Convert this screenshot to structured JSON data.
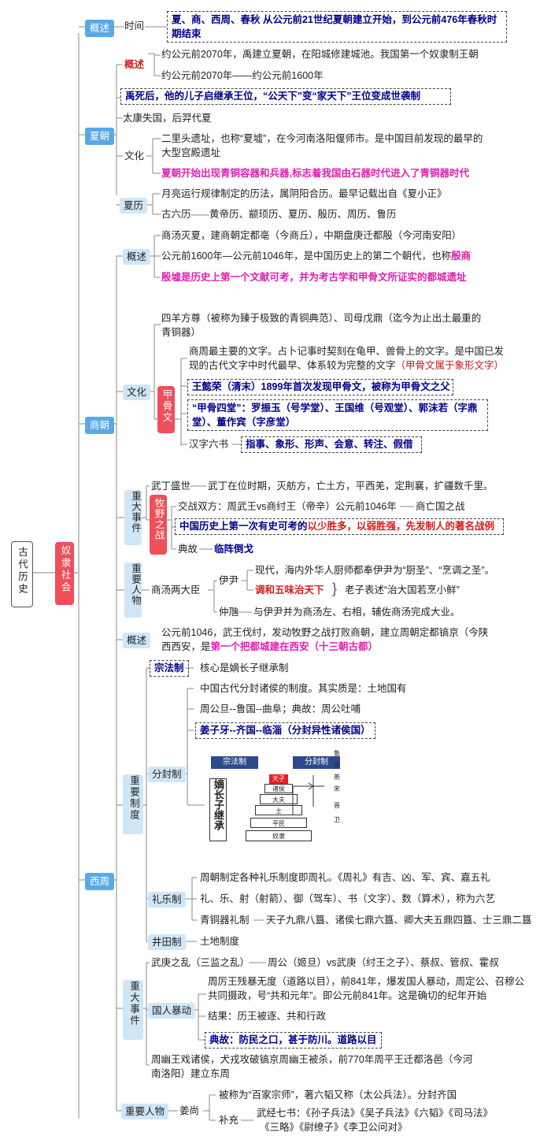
{
  "root": "古代历史",
  "era": "奴隶社会",
  "overview": {
    "label": "概述",
    "time_label": "时间",
    "time_text": "夏、商、西周、春秋 从公元前21世纪夏朝建立开始，到公元前476年春秋时期结束"
  },
  "xia": {
    "label": "夏朝",
    "ov_label": "概述",
    "ov1": "约公元前2070年，禹建立夏朝，在阳城修建城池。我国第一个奴隶制王朝",
    "ov2": "约公元前2070年——约公元前1600年",
    "hereditary": "禹死后，他的儿子启继承王位，“公天下”变“家天下”王位变成世袭制",
    "taikang": "太康失国，后羿代夏",
    "culture_label": "文化",
    "erlitou": "二里头遗址，也称“夏墟”，在今河南洛阳偃师市。是中国目前发现的最早的大型宫殿遗址",
    "bronze": "夏朝开始出现青铜容器和兵器,标志着我国由石器时代进入了青铜器时代",
    "calendar_label": "夏历",
    "cal1": "月亮运行规律制定的历法，属阴阳合历。最早记载出自《夏小正》",
    "cal2a": "古六历",
    "cal2b": "黄帝历、颛顼历、夏历、殷历、周历、鲁历"
  },
  "shang": {
    "label": "商朝",
    "ov_label": "概述",
    "ov1": "商汤灭夏，建商朝定都亳（今商丘），中期盘庚迁都殷（今河南安阳）",
    "ov2a": "公元前1600年—公元前1046年，是中国历史上的第二个朝代，也称",
    "ov2b": "殷商",
    "ov3": "殷墟是历史上第一个文献可考，并为考古学和甲骨文所证实的都城遗址",
    "culture_label": "文化",
    "siyang": "四羊方尊（被称为臻于极致的青铜典范）、司母戊鼎（迄今为止出土最重的青铜器）",
    "oracle_label": "甲骨文",
    "oracle1a": "商周最主要的文字。占卜记事时契刻在龟甲、兽骨上的文字。是中国已发现的古代文字中时代最早、体系较为完整的文字",
    "oracle1b": "（甲骨文属于象形文字）",
    "oracle2": "王懿荣（清末）1899年首次发现甲骨文，被称为甲骨文之父",
    "oracle3": "“甲骨四堂”：罗振玉（号学堂）、王国维（号观堂）、郭沫若（字鼎堂）、董作宾（字彦堂）",
    "sixbook_label": "汉字六书",
    "sixbook": "指事、象形、形声、会意、转注、假借",
    "events_label": "重大事件",
    "wuding_label": "武丁盛世",
    "wuding": "武丁在位时期，灭舫方，亡土方，平西羌，定荆襄，扩疆数千里。",
    "muye_label": "牧野之战",
    "muye1a": "交战双方：周武王vs商纣王（帝辛）公元前1046年",
    "muye1b": "商亡国之战",
    "muye2a": "中国历史上第一次有史可考的",
    "muye2b": "以少胜多，以弱胜强，先发制人的著名战例",
    "muye3a": "典故",
    "muye3b": "临阵倒戈",
    "people_label": "重要人物",
    "twominister_label": "商汤两大臣",
    "yiyin_label": "伊尹",
    "yiyin1": "现代，海内外华人厨师都奉伊尹为“厨圣”、“烹调之圣”。",
    "yiyin2": "调和五味治天下",
    "laozi": "老子表述“治大国若烹小鲜”",
    "zhonghui_label": "仲虺",
    "zhonghui": "与伊尹并为商汤左、右相，辅佐商汤完成大业。"
  },
  "xizhou": {
    "label": "西周",
    "ov_label": "概述",
    "ov_a": "公元前1046，武王伐纣，发动牧野之战打败商朝，建立周朝定都镐京（今陕西西安，是",
    "ov_b": "第一个把都城建在西安（十三朝古都）",
    "systems_label": "重要制度",
    "zongfa_label": "宗法制",
    "zongfa": "核心是嫡长子继承制",
    "fenfeng_label": "分封制",
    "ff1": "中国古代分封诸侯的制度。其实质是：土地国有",
    "ff2": "周公旦--鲁国--曲阜；典故：周公吐哺",
    "ff3": "姜子牙--齐国--临淄（分封异性诸侯国）",
    "diag": {
      "zongfa": "宗法制",
      "fenfeng": "分封制",
      "heir": "嫡长子继承",
      "levels": [
        "天子",
        "诸侯",
        "大夫",
        "士",
        "平民",
        "奴隶"
      ],
      "states": [
        "鲁",
        "齐",
        "燕",
        "宋",
        "晋",
        "卫"
      ]
    },
    "liyue_label": "礼乐制",
    "ly1": "周朝制定各种礼乐制度即周礼。《周礼》有吉、凶、军、宾、嘉五礼",
    "ly2": "礼、乐、射（射箭）、御（驾车）、书（文字）、数（算术），称为六艺",
    "ly3a": "青铜器礼制",
    "ly3b": "天子九鼎八簋、诸侯七鼎六簋、卿大夫五鼎四簋、士三鼎二簋",
    "jingtian_label": "井田制",
    "jingtian": "土地制度",
    "events_label": "重大事件",
    "wugeng_a": "武庚之乱（三监之乱）",
    "wugeng_b": "周公（姬旦）vs武庚（纣王之子）、蔡叔、管叔、霍叔",
    "guoren_label": "国人暴动",
    "gr1": "周厉王残暴无度（道路以目），前841年，爆发国人暴动，周定公、召穆公共同摄政，号“共和元年”。即公元前841年。这是确切的纪年开始",
    "gr2": "结果：历王被逐、共和行政",
    "gr3": "典故：防民之口，甚于防川。道路以目",
    "youwang": "周幽王戏诸侯，犬戎攻破镐京周幽王被杀，前770年周平王迁都洛邑（今河南洛阳）建立东周",
    "people_label": "重要人物",
    "jiangshang_label": "姜尚",
    "js1": "被称为“百家宗师”，著六韬又称（太公兵法）。分封齐国",
    "js2_label": "补充",
    "js2a": "武经七书：《孙子兵法》《吴子兵法》《六韬》《司马法》",
    "js2b": "《三略》《尉缭子》《李卫公问对》"
  }
}
